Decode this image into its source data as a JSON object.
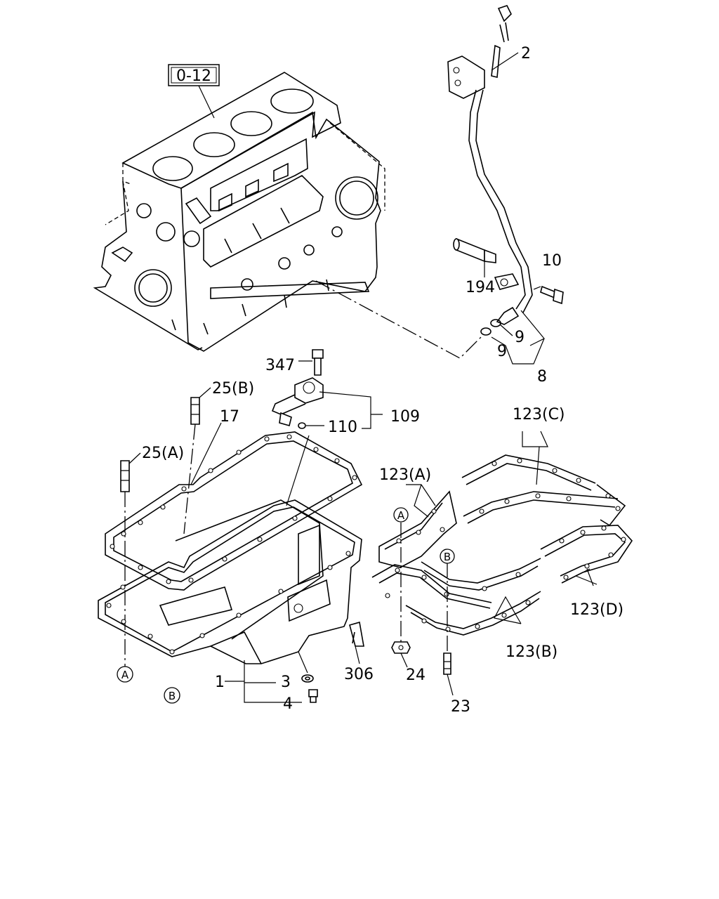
{
  "diagram": {
    "ref_box": "0-12",
    "callouts": {
      "dipstick": "2",
      "bolt_10": "10",
      "stud_194": "194",
      "oring_a": "9",
      "oring_b": "9",
      "guide_assy": "8",
      "bolt_347": "347",
      "stud_25b": "25(B)",
      "stud_25a": "25(A)",
      "gasket_17": "17",
      "sensor_assy": "109",
      "oring_110": "110",
      "gasket_123c": "123(C)",
      "gasket_123a": "123(A)",
      "gasket_123d": "123(D)",
      "gasket_123b": "123(B)",
      "oil_pan": "1",
      "washer_3": "3",
      "plug_4": "4",
      "bracket_306": "306",
      "nut_24": "24",
      "stud_23": "23"
    },
    "markers": {
      "a_left": "A",
      "b_left": "B",
      "a_right": "A",
      "b_right": "B"
    }
  }
}
